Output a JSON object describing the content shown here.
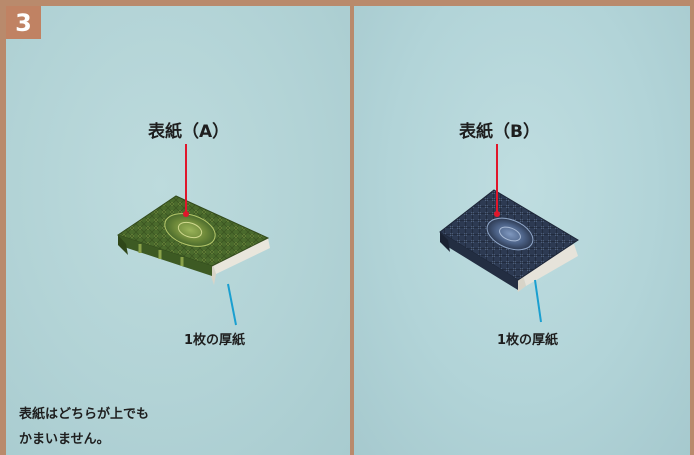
{
  "step_number": "3",
  "left_panel": {
    "cover_label": "表紙（A）",
    "board_label": "1枚の厚紙",
    "note_lines": [
      "表紙はどちらが上でも",
      "かまいません。"
    ]
  },
  "right_panel": {
    "cover_label": "表紙（B）",
    "board_label": "1枚の厚紙"
  },
  "colors": {
    "frame": "#b98a6c",
    "background": "#b2d3d6",
    "badge": "#c08263",
    "cover_pointer": "#e0162b",
    "board_pointer": "#1a9fd0",
    "book_a": "#4a6a2c",
    "book_b": "#2c3850"
  }
}
